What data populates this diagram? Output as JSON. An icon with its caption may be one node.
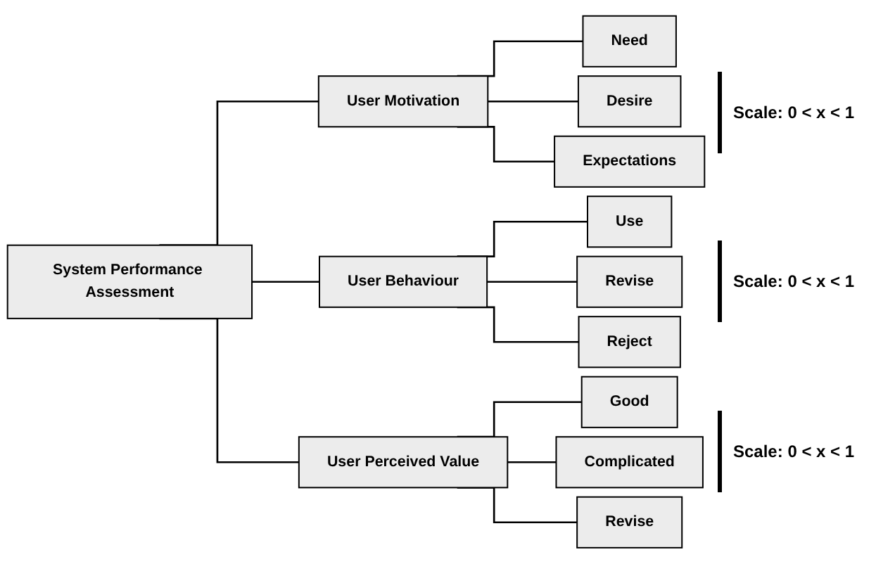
{
  "diagram": {
    "nodes": [
      {
        "text": [
          "System Performance Assessment"
        ]
      },
      {
        "text": [
          "User Motivation"
        ]
      },
      {
        "text": [
          "Need"
        ]
      },
      {
        "text": [
          "Desire"
        ]
      },
      {
        "text": [
          "Expectations"
        ]
      },
      {
        "text": [
          "User Behaviour"
        ]
      },
      {
        "text": [
          "Use"
        ]
      },
      {
        "text": [
          "Revise"
        ]
      },
      {
        "text": [
          "Reject"
        ]
      },
      {
        "text": [
          "User Perceived Value"
        ]
      },
      {
        "text": [
          "Good"
        ]
      },
      {
        "text": [
          "Complicated"
        ]
      },
      {
        "text": [
          "Revise"
        ]
      }
    ],
    "edges": [
      {
        "from": 0,
        "to": 1,
        "arrow": "none"
      },
      {
        "from": 0,
        "to": 5,
        "arrow": "none"
      },
      {
        "from": 0,
        "to": 9,
        "arrow": "none"
      },
      {
        "from": 1,
        "to": 2,
        "arrow": "none"
      },
      {
        "from": 1,
        "to": 3,
        "arrow": "none"
      },
      {
        "from": 1,
        "to": 4,
        "arrow": "none"
      },
      {
        "from": 5,
        "to": 6,
        "arrow": "none"
      },
      {
        "from": 5,
        "to": 7,
        "arrow": "none"
      },
      {
        "from": 5,
        "to": 8,
        "arrow": "none"
      },
      {
        "from": 9,
        "to": 10,
        "arrow": "none"
      },
      {
        "from": 9,
        "to": 11,
        "arrow": "none"
      },
      {
        "from": 9,
        "to": 12,
        "arrow": "none"
      }
    ],
    "labels": [
      "Scale: 0 < x < 1",
      "Scale: 0 < x < 1",
      "Scale: 0 < x < 1"
    ]
  }
}
